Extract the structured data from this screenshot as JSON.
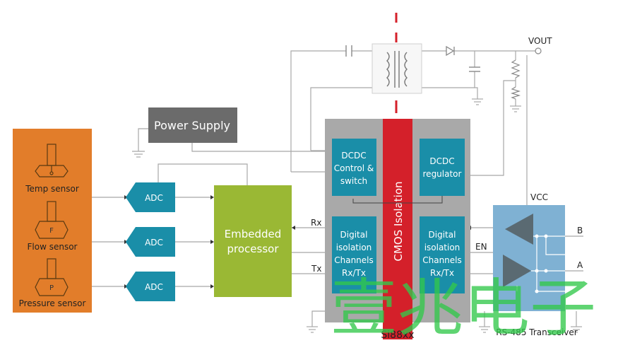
{
  "sensors": {
    "temp_label": "Temp sensor",
    "temp_glyph": "",
    "flow_label": "Flow sensor",
    "flow_glyph": "F",
    "pressure_label": "Pressure sensor",
    "pressure_glyph": "P"
  },
  "adc_labels": [
    "ADC",
    "ADC",
    "ADC"
  ],
  "power_supply_label": "Power Supply",
  "processor_label": [
    "Embedded",
    "processor"
  ],
  "signals": {
    "rx": "Rx",
    "tx": "Tx",
    "en": "EN",
    "vcc": "VCC",
    "vout": "VOUT",
    "b": "B",
    "a": "A"
  },
  "isolator": {
    "part_label": "Si88xx",
    "barrier_label": "CMOS Isolation",
    "dcdc_control": [
      "DCDC",
      "Control &",
      "switch"
    ],
    "dcdc_regulator": [
      "DCDC",
      "regulator"
    ],
    "digital_left": [
      "Digital",
      "isolation",
      "Channels",
      "Rx/Tx"
    ],
    "digital_right": [
      "Digital",
      "isolation",
      "Channels",
      "Rx/Tx"
    ]
  },
  "transceiver_label": "RS-485 Transceiver",
  "watermark": "壹兆电子",
  "colors": {
    "sensor_orange": "#e27d2a",
    "block_teal": "#1a8ea8",
    "processor_green": "#9ab834",
    "power_supply_gray": "#6b6b6b",
    "isolator_gray": "#a9a9a9",
    "barrier_red": "#d4202a",
    "transceiver_blue": "#7fb1d3",
    "watermark_green": "#32c84a"
  }
}
